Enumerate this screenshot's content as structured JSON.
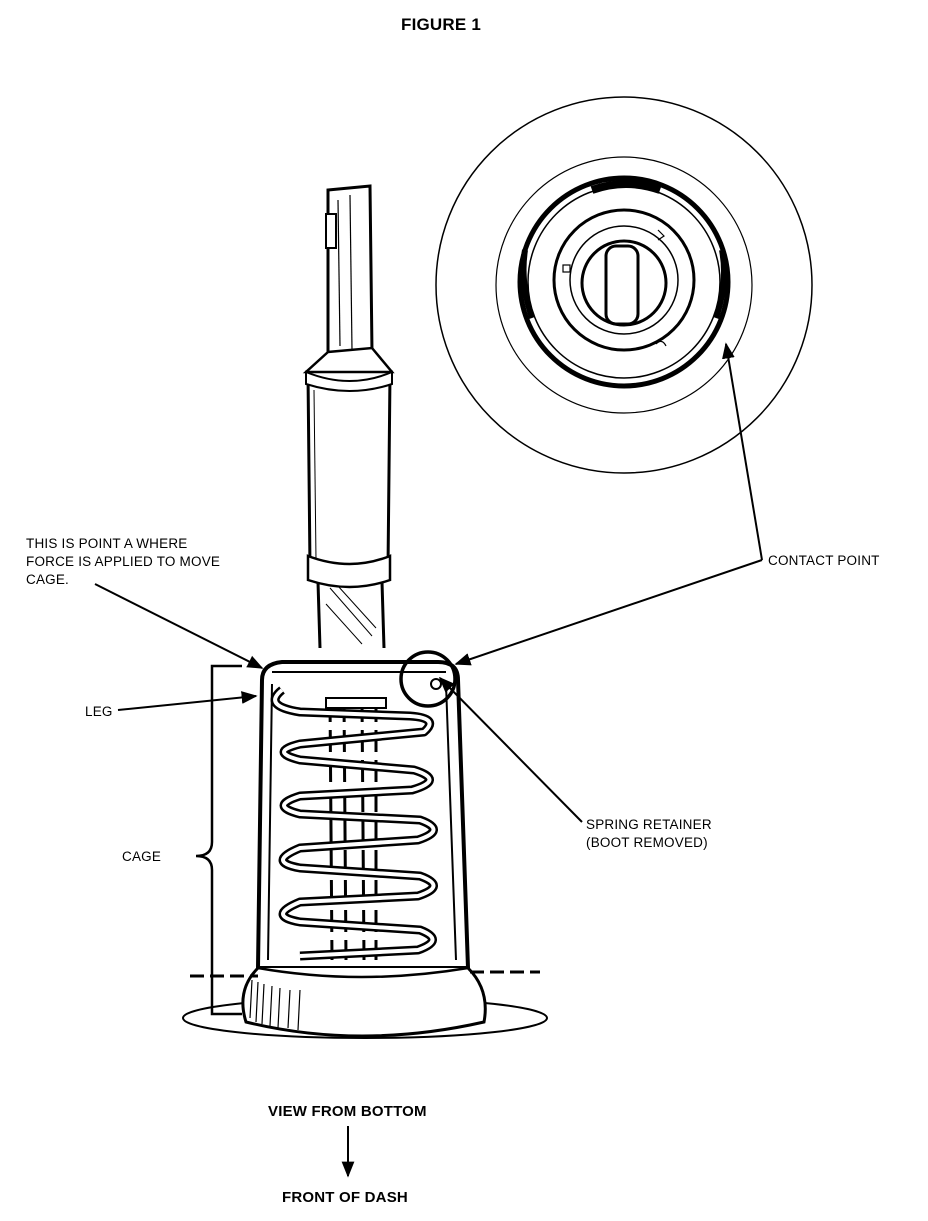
{
  "figure": {
    "title": "FIGURE 1",
    "labels": {
      "point_a_line1": "THIS IS POINT A WHERE",
      "point_a_line2": "FORCE IS APPLIED TO MOVE",
      "point_a_line3": "CAGE.",
      "leg": "LEG",
      "cage": "CAGE",
      "contact_point": "CONTACT POINT",
      "spring_retainer_line1": "SPRING RETAINER",
      "spring_retainer_line2": "(BOOT REMOVED)",
      "view_from_bottom": "VIEW FROM BOTTOM",
      "front_of_dash": "FRONT OF DASH"
    }
  }
}
